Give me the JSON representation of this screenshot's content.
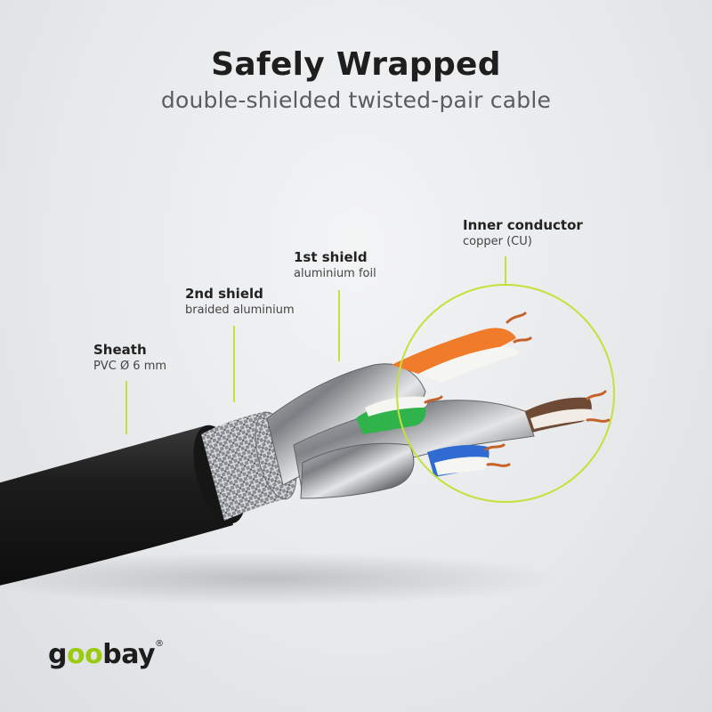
{
  "header": {
    "title": "Safely Wrapped",
    "subtitle": "double-shielded twisted-pair cable"
  },
  "labels": {
    "sheath": {
      "name": "Sheath",
      "desc": "PVC Ø 6 mm"
    },
    "shield2": {
      "name": "2nd shield",
      "desc": "braided aluminium"
    },
    "shield1": {
      "name": "1st shield",
      "desc": "aluminium foil"
    },
    "conductor": {
      "name": "Inner conductor",
      "desc": "copper (CU)"
    }
  },
  "brand": {
    "part1": "g",
    "part2": "oo",
    "part3": "bay",
    "mark": "®"
  },
  "colors": {
    "accent": "#c5e03a",
    "sheath": "#1c1c1c",
    "pair_orange": "#f07b2a",
    "pair_green": "#2fb34a",
    "pair_blue": "#2f6bd0",
    "pair_brown": "#6e4a35",
    "copper": "#c4622c"
  }
}
